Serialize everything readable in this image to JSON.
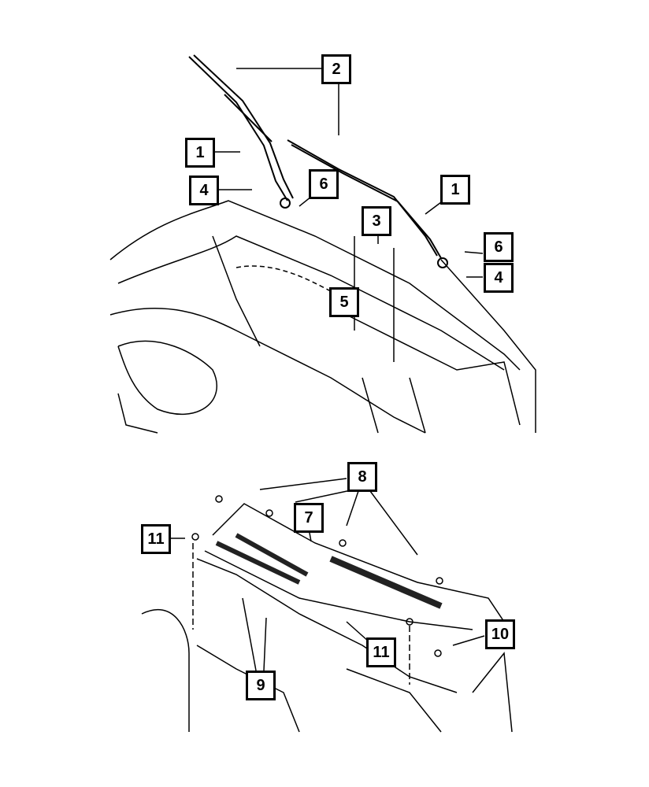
{
  "diagram": {
    "upper_callouts": [
      {
        "id": "c2",
        "label": "2"
      },
      {
        "id": "c1a",
        "label": "1"
      },
      {
        "id": "c1b",
        "label": "1"
      },
      {
        "id": "c4a",
        "label": "4"
      },
      {
        "id": "c6a",
        "label": "6"
      },
      {
        "id": "c3",
        "label": "3"
      },
      {
        "id": "c6b",
        "label": "6"
      },
      {
        "id": "c4b",
        "label": "4"
      },
      {
        "id": "c5",
        "label": "5"
      }
    ],
    "lower_callouts": [
      {
        "id": "c8",
        "label": "8"
      },
      {
        "id": "c7",
        "label": "7"
      },
      {
        "id": "c11a",
        "label": "11"
      },
      {
        "id": "c10",
        "label": "10"
      },
      {
        "id": "c11b",
        "label": "11"
      },
      {
        "id": "c9",
        "label": "9"
      }
    ]
  }
}
